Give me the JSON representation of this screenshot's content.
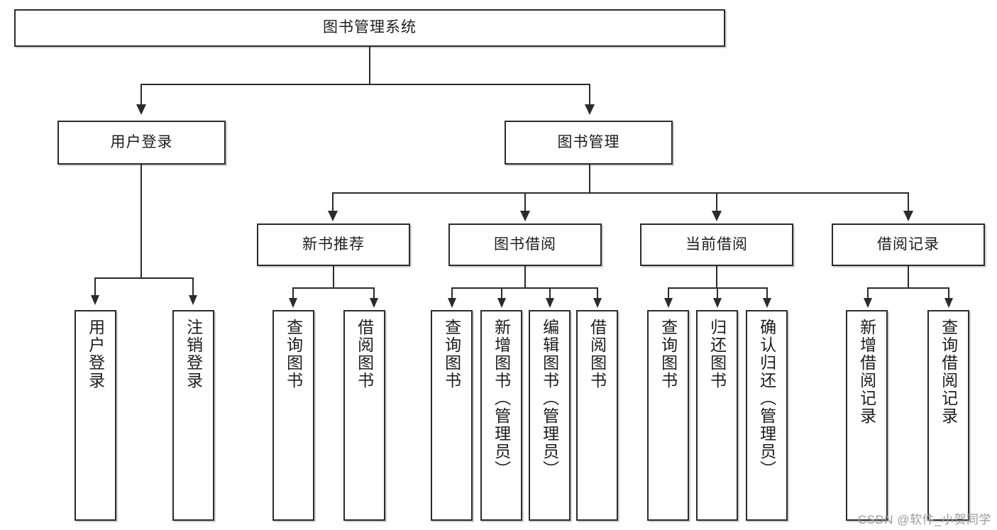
{
  "diagram": {
    "title": "图书管理系统",
    "watermark": "CSDN @软件_小贺同学",
    "levels": {
      "root": {
        "label": "图书管理系统"
      },
      "level2": [
        {
          "label": "用户登录"
        },
        {
          "label": "图书管理"
        }
      ],
      "level3": [
        {
          "label": "新书推荐"
        },
        {
          "label": "图书借阅"
        },
        {
          "label": "当前借阅"
        },
        {
          "label": "借阅记录"
        }
      ],
      "leaves": {
        "user_login": [
          {
            "label": "用户登录"
          },
          {
            "label": "注销登录"
          }
        ],
        "new_book_recommend": [
          {
            "label": "查询图书"
          },
          {
            "label": "借阅图书"
          }
        ],
        "book_borrow": [
          {
            "label": "查询图书"
          },
          {
            "label": "新增图书（管理员）"
          },
          {
            "label": "编辑图书（管理员）"
          },
          {
            "label": "借阅图书"
          }
        ],
        "current_borrow": [
          {
            "label": "查询图书"
          },
          {
            "label": "归还图书"
          },
          {
            "label": "确认归还（管理员）"
          }
        ],
        "borrow_record": [
          {
            "label": "新增借阅记录"
          },
          {
            "label": "查询借阅记录"
          }
        ]
      }
    },
    "colors": {
      "stroke": "#2b2b2b",
      "fill": "#ffffff",
      "text": "#1d1d1d",
      "watermark": "#9a9a9a"
    }
  }
}
